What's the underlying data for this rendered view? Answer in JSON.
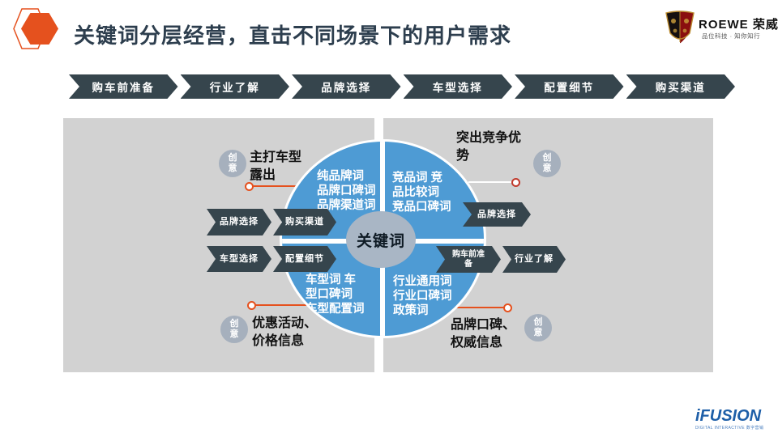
{
  "header": {
    "title": "关键词分层经营，直击不同场景下的用户需求",
    "brand_name": "ROEWE 荣威",
    "brand_tagline": "品位科技 · 知你知行"
  },
  "journey": {
    "stages": [
      "购车前准备",
      "行业了解",
      "品牌选择",
      "车型选择",
      "配置细节",
      "购买渠道"
    ]
  },
  "diagram": {
    "center_label": "关键词",
    "quadrants": {
      "top_left": "纯品牌词\n品牌口碑词\n品牌渠道词",
      "top_right": "竞品词 竞\n品比较词\n竞品口碑词",
      "bottom_left": "车型词 车\n型口碑词\n车型配置词",
      "bottom_right": "行业通用词\n行业口碑词\n政策词"
    },
    "flow_arrows": {
      "left_top": [
        "品牌选择",
        "购买渠道"
      ],
      "left_bottom": [
        "车型选择",
        "配置细节"
      ],
      "right_top": [
        "品牌选择"
      ],
      "right_bottom": [
        "购车前准\n备",
        "行业了解"
      ]
    }
  },
  "annotations": {
    "badge_label": "创\n意",
    "top_left": "主打车型\n露出",
    "top_right": "突出竞争优\n势",
    "bottom_left": "优惠活动、\n价格信息",
    "bottom_right": "品牌口碑、\n权威信息"
  },
  "footer": {
    "logo_text": "iFUSION",
    "logo_tagline": "DIGITAL INTERACTIVE 数字营销"
  },
  "colors": {
    "accent_orange": "#E5511E",
    "primary_blue": "#4E9BD4",
    "dark_slate": "#36454D",
    "panel_gray": "#D2D2D2",
    "center_circle_gray": "#A9B6C5",
    "badge_gray": "#A6B0BD",
    "logo_blue": "#1E5FA8"
  }
}
